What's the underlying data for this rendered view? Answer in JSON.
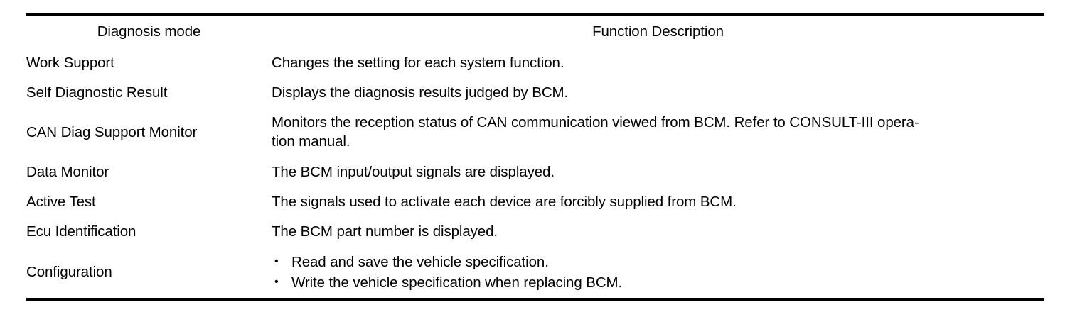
{
  "table": {
    "headers": {
      "mode": "Diagnosis mode",
      "description": "Function Description"
    },
    "rows": [
      {
        "mode": "Work Support",
        "description": "Changes the setting for each system function.",
        "type": "text"
      },
      {
        "mode": "Self Diagnostic Result",
        "description": "Displays the diagnosis results judged by BCM.",
        "type": "text"
      },
      {
        "mode": "CAN Diag Support Monitor",
        "description_line1": "Monitors the reception status of CAN communication viewed from BCM. Refer to CONSULT-III opera-",
        "description_line2": "tion manual.",
        "type": "wrapped"
      },
      {
        "mode": "Data Monitor",
        "description": "The BCM input/output signals are displayed.",
        "type": "text"
      },
      {
        "mode": "Active Test",
        "description": "The signals used to activate each device are forcibly supplied from BCM.",
        "type": "text"
      },
      {
        "mode": "Ecu Identification",
        "description": "The BCM part number is displayed.",
        "type": "text"
      },
      {
        "mode": "Configuration",
        "bullets": [
          "Read and save the vehicle specification.",
          "Write the vehicle specification when replacing BCM."
        ],
        "bullet_glyph": "•",
        "type": "bullets"
      }
    ]
  },
  "colors": {
    "rule": "#000000",
    "text": "#000000",
    "background": "#ffffff"
  }
}
